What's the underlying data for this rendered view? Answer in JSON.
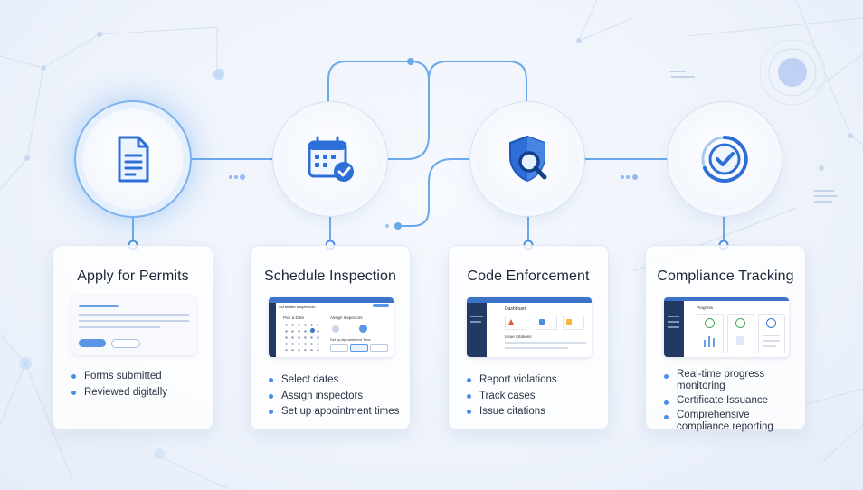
{
  "colors": {
    "accent": "#3b7fe0",
    "line": "#6aa9ea",
    "title": "#1e2536"
  },
  "steps": [
    {
      "title": "Apply for Permits",
      "icon": "document-icon",
      "bullets": [
        "Forms submitted",
        "Reviewed digitally"
      ]
    },
    {
      "title": "Schedule Inspection",
      "icon": "calendar-check-icon",
      "bullets": [
        "Select dates",
        "Assign inspectors",
        "Set up appointment times"
      ],
      "mockup": {
        "header": "Schedule Inspection",
        "left_label": "Pick a Date",
        "right_label": "Assign Inspectors",
        "bottom_label": "Set up Appointment Time"
      }
    },
    {
      "title": "Code Enforcement",
      "icon": "shield-search-icon",
      "bullets": [
        "Report violations",
        "Track cases",
        "Issue citations"
      ],
      "mockup": {
        "header": "Dashboard",
        "row_label": "Issue Citations"
      }
    },
    {
      "title": "Compliance Tracking",
      "icon": "progress-check-icon",
      "bullets": [
        "Real-time progress monitoring",
        "Certificate Issuance",
        "Comprehensive compliance reporting"
      ],
      "mockup": {
        "header": "Progress"
      }
    }
  ]
}
